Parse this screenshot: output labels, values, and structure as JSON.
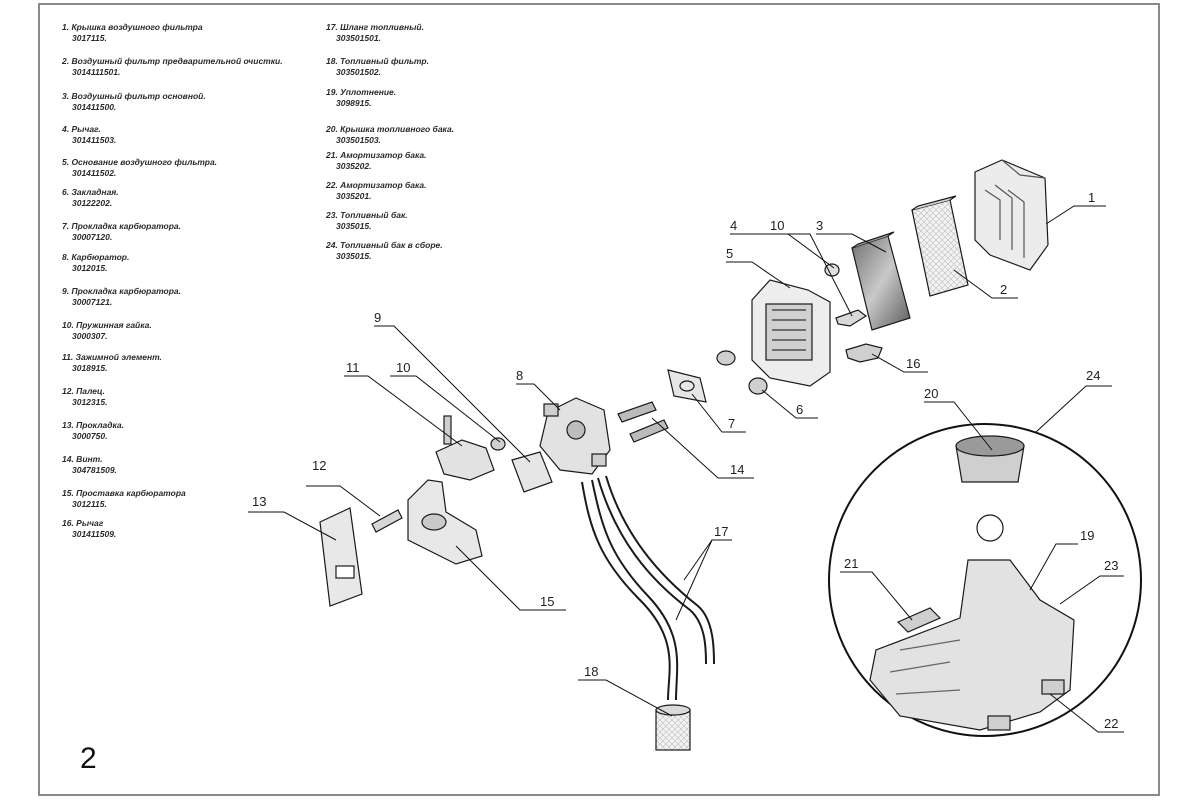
{
  "page_number": "2",
  "legend": [
    {
      "name": "1. Крышка воздушного фильтра",
      "code": "3017115."
    },
    {
      "name": "2. Воздушный фильтр предварительной очистки.",
      "code": "3014111501."
    },
    {
      "name": "3. Воздушный фильтр основной.",
      "code": "301411500."
    },
    {
      "name": "4. Рычаг.",
      "code": "301411503."
    },
    {
      "name": "5. Основание воздушного фильтра.",
      "code": "301411502."
    },
    {
      "name": "6. Закладная.",
      "code": "30122202."
    },
    {
      "name": "7. Прокладка карбюратора.",
      "code": "30007120."
    },
    {
      "name": "8. Карбюратор.",
      "code": "3012015."
    },
    {
      "name": "9. Прокладка карбюратора.",
      "code": "30007121."
    },
    {
      "name": "10. Пружинная гайка.",
      "code": "3000307."
    },
    {
      "name": "11. Зажимной элемент.",
      "code": "3018915."
    },
    {
      "name": "12. Палец.",
      "code": "3012315."
    },
    {
      "name": "13. Прокладка.",
      "code": "3000750."
    },
    {
      "name": "14. Винт.",
      "code": "304781509."
    },
    {
      "name": "15. Проставка карбюратора",
      "code": "3012115."
    },
    {
      "name": "16. Рычаг",
      "code": "301411509."
    },
    {
      "name": "17. Шланг топливный.",
      "code": "303501501."
    },
    {
      "name": "18. Топливный фильтр.",
      "code": "303501502."
    },
    {
      "name": "19. Уплотнение.",
      "code": "3098915."
    },
    {
      "name": "20. Крышка топливного бака.",
      "code": "303501503."
    },
    {
      "name": "21. Амортизатор бака.",
      "code": "3035202."
    },
    {
      "name": "22. Амортизатор бака.",
      "code": "3035201."
    },
    {
      "name": "23. Топливный бак.",
      "code": "3035015."
    },
    {
      "name": "24. Топливный бак в сборе.",
      "code": "3035015."
    }
  ],
  "callouts": {
    "c1": "1",
    "c2": "2",
    "c3": "3",
    "c4": "4",
    "c5": "5",
    "c6": "6",
    "c7": "7",
    "c8": "8",
    "c9": "9",
    "c10a": "10",
    "c10b": "10",
    "c11": "11",
    "c12": "12",
    "c13": "13",
    "c14": "14",
    "c15": "15",
    "c16": "16",
    "c17": "17",
    "c18": "18",
    "c19": "19",
    "c20": "20",
    "c21": "21",
    "c22": "22",
    "c23": "23",
    "c24": "24"
  }
}
